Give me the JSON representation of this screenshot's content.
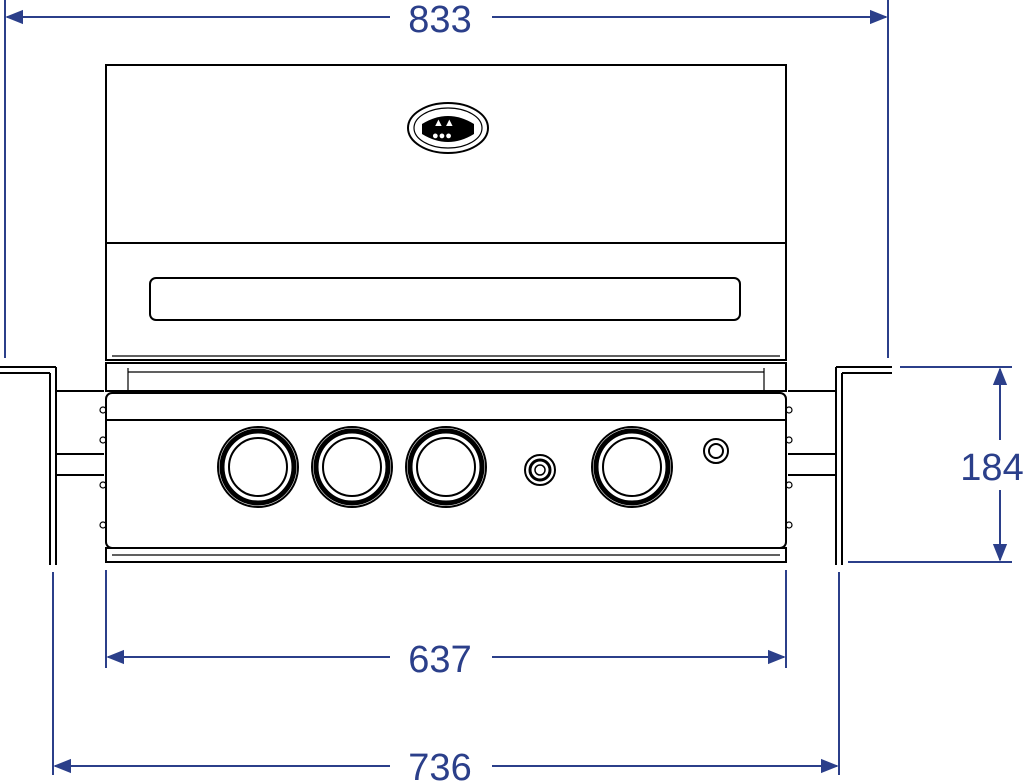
{
  "dimensions": {
    "overall_width": "833",
    "height": "184",
    "front_width": "637",
    "cutout_width": "736"
  },
  "colors": {
    "dimension": "#2b3f8a",
    "outline": "#000000",
    "background": "#ffffff"
  },
  "components": {
    "logo": "brand-emblem",
    "burner_knobs": 4,
    "igniter_buttons": 2
  }
}
